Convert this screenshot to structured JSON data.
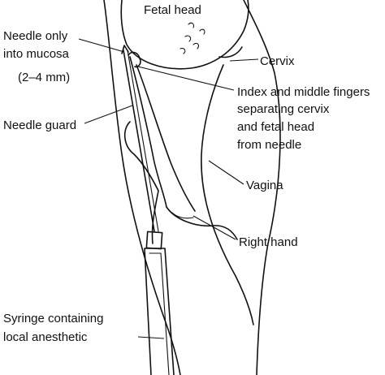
{
  "labels": {
    "fetal_head": "Fetal head",
    "needle_only": "Needle only",
    "into_mucosa": "into mucosa",
    "depth": "(2–4 mm)",
    "cervix": "Cervix",
    "fingers_line1": "Index and middle fingers",
    "fingers_line2": "separating cervix",
    "fingers_line3": "and fetal head",
    "fingers_line4": "from needle",
    "needle_guard": "Needle guard",
    "vagina": "Vagina",
    "right_hand": "Right hand",
    "syringe_line1": "Syringe containing",
    "syringe_line2": "local anesthetic"
  },
  "colors": {
    "ink": "#111111",
    "background": "#ffffff"
  }
}
